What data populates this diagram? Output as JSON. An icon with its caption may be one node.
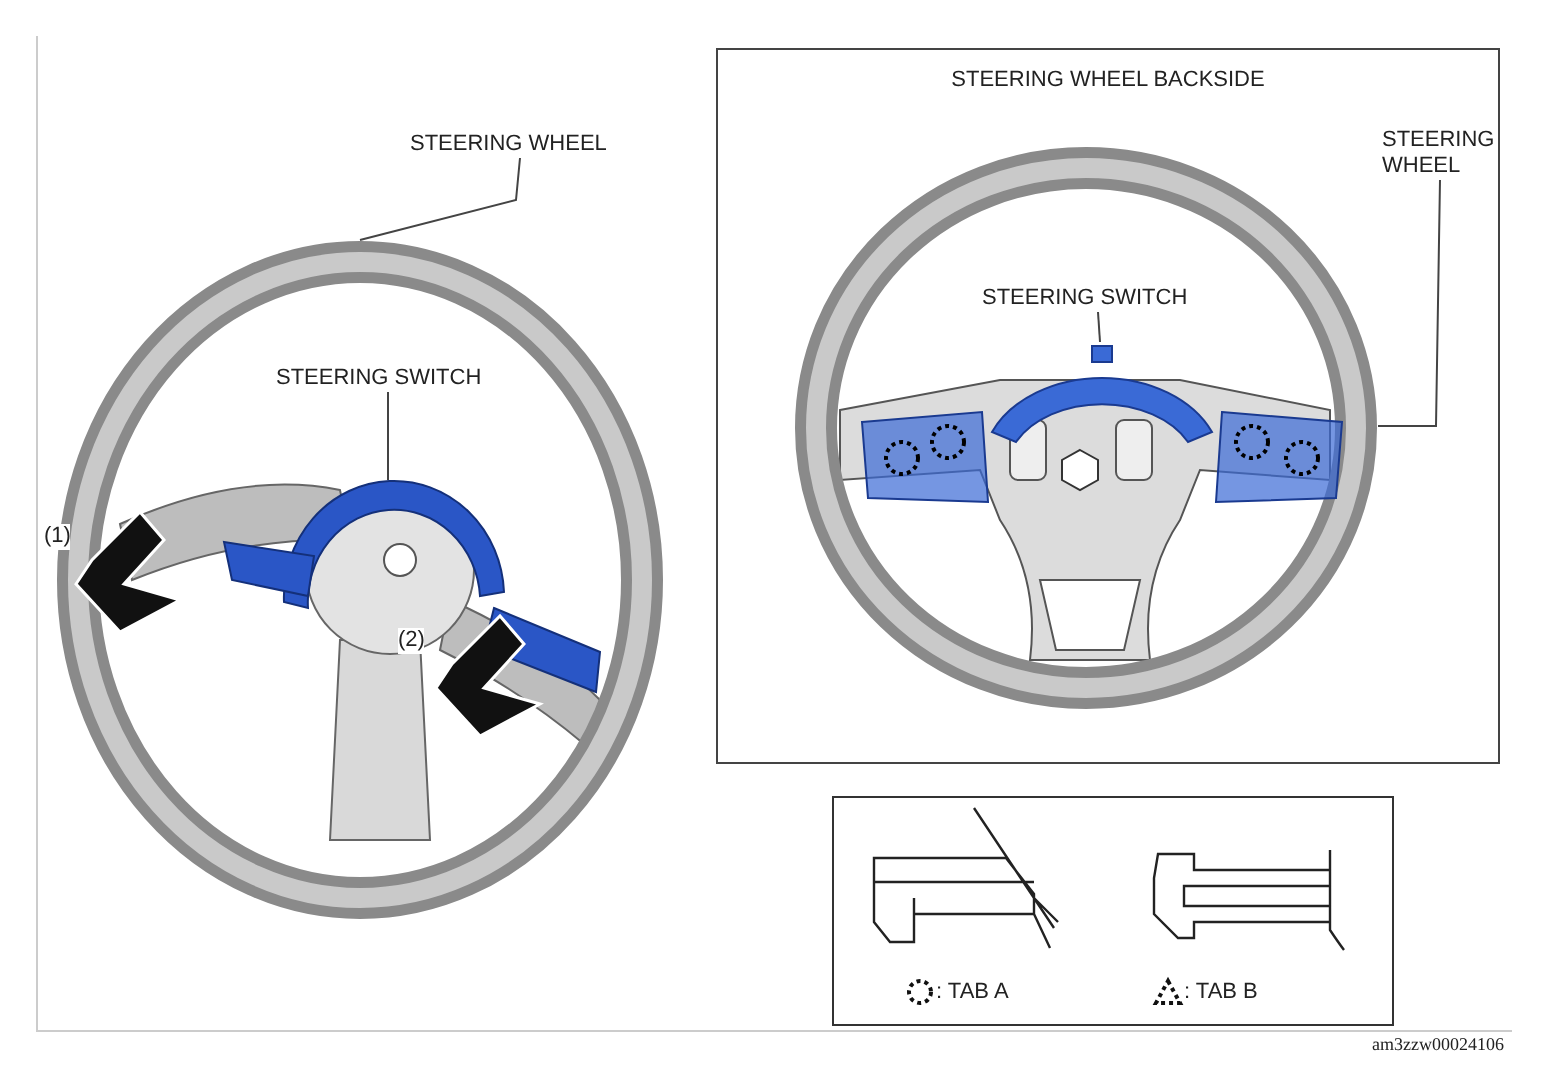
{
  "diagram": {
    "nodes": [
      {
        "text": [
          "STEERING WHEEL"
        ]
      },
      {
        "text": [],
        "shape": "picture"
      },
      {
        "text": [
          "STEERING SWITCH"
        ],
        "in": 1
      },
      {
        "text": [],
        "shape": "picture",
        "in": 1
      },
      {
        "text": [
          "STEERING WHEEL BACKSIDE"
        ]
      },
      {
        "text": [
          "STEERING WHEEL"
        ],
        "in": 4
      },
      {
        "text": [],
        "shape": "picture",
        "in": 4
      },
      {
        "text": [
          "STEERING SWITCH"
        ],
        "in": 6
      },
      {
        "text": [],
        "shape": "picture",
        "in": 6
      }
    ],
    "edges": [
      {
        "from": 0,
        "to": 1,
        "arrow": "none"
      },
      {
        "from": 2,
        "to": 3,
        "arrow": "none"
      },
      {
        "from": 5,
        "to": 6,
        "arrow": "none"
      },
      {
        "from": 7,
        "to": 8,
        "arrow": "none"
      }
    ],
    "labels": [
      "(1)",
      "(2)",
      "am3zzw00024106"
    ],
    "legend": [
      {
        "text": ": TAB A"
      },
      {
        "text": ": TAB B"
      }
    ]
  }
}
